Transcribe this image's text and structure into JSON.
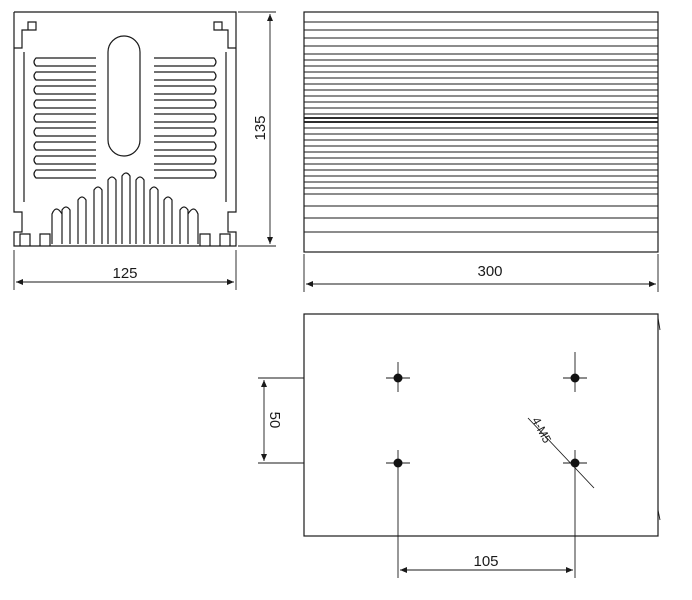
{
  "dimensions": {
    "profile_width": "125",
    "profile_height": "135",
    "length": "300",
    "hole_spacing_vertical": "50",
    "hole_spacing_horizontal": "105",
    "hole_callout": "4-M5"
  },
  "colors": {
    "line": "#1a1a1a",
    "background": "#ffffff"
  }
}
